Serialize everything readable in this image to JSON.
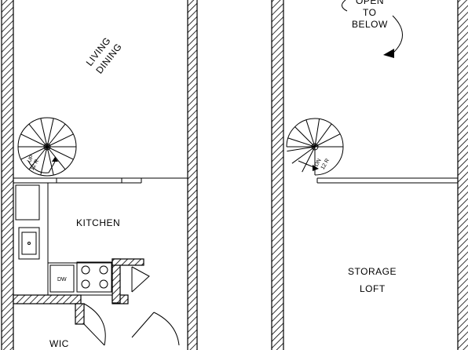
{
  "rooms": {
    "living": [
      "LIVING",
      "DINING"
    ],
    "kitchen": "KITCHEN",
    "wic": "WIC",
    "storage": [
      "STORAGE",
      "LOFT"
    ],
    "open_note": [
      "OPEN",
      "TO",
      "BELOW"
    ]
  },
  "fixtures": {
    "dishwasher": "DW"
  },
  "stairs": {
    "left_label": [
      "UP",
      "12 R"
    ],
    "right_label": [
      "DN",
      "12 R"
    ]
  },
  "colors": {
    "line": "#000000",
    "background": "#ffffff"
  }
}
